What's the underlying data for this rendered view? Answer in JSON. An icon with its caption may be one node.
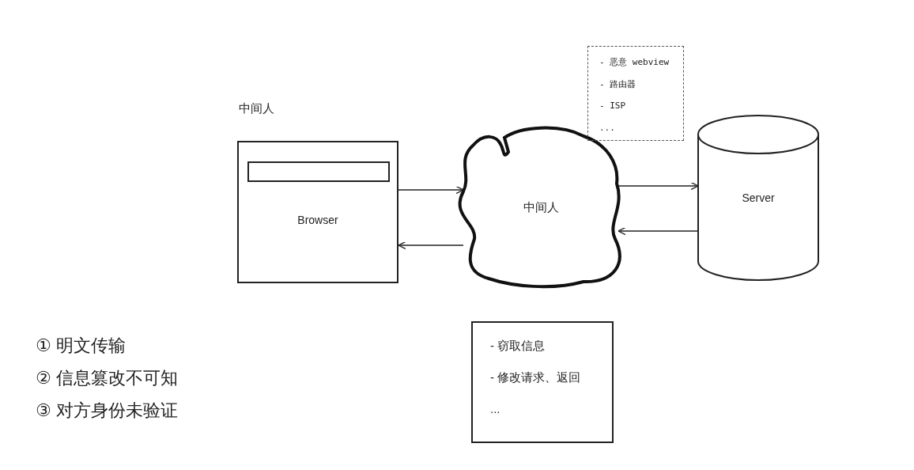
{
  "diagram": {
    "nodes": [
      {
        "text": [
          "中间人",
          "Browser"
        ]
      },
      {
        "text": [],
        "shape": "bar",
        "in": 0
      },
      {
        "text": [
          "中间人"
        ]
      },
      {
        "text": [
          "Server"
        ]
      },
      {
        "text": [
          "- 恶意 webview",
          "- 路由器",
          "- ISP",
          "..."
        ]
      },
      {
        "text": [
          "- 窃取信息",
          "- 修改请求、返回",
          "..."
        ]
      }
    ],
    "edges": [
      {
        "from": 0,
        "to": 2,
        "arrow": "to"
      },
      {
        "from": 2,
        "to": 0,
        "arrow": "to"
      },
      {
        "from": 2,
        "to": 3,
        "arrow": "to"
      },
      {
        "from": 3,
        "to": 2,
        "arrow": "to"
      }
    ],
    "labels": [
      "① 明文传输",
      "② 信息篡改不可知",
      "③ 对方身份未验证"
    ]
  }
}
